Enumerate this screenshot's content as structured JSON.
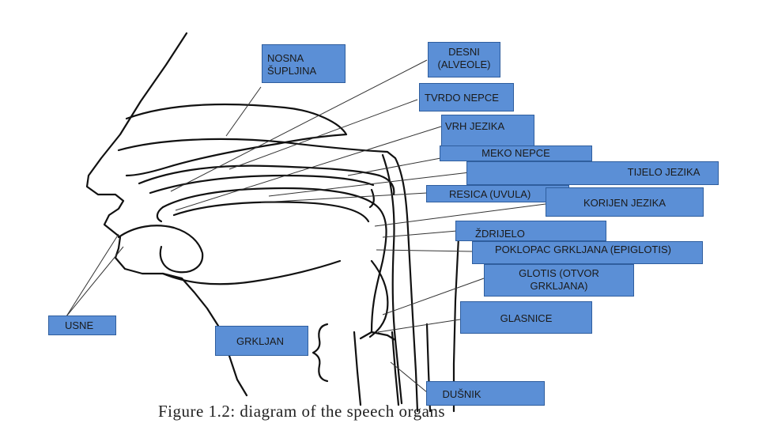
{
  "labels": {
    "nasal_cavity": "NOSNA\nŠUPLJINA",
    "alveoli": "DESNI\n(ALVEOLE)",
    "hard_palate": "TVRDO NEPCE",
    "tongue_tip": "VRH JEZIKA",
    "soft_palate": "MEKO NEPCE",
    "tongue_body": "TIJELO JEZIKA",
    "uvula": "RESICA (UVULA)",
    "tongue_root": "KORIJEN JEZIKA",
    "pharynx": "ŽDRIJELO",
    "epiglottis": "POKLOPAC GRKLJANA (EPIGLOTIS)",
    "glottis": "GLOTIS (OTVOR\nGRKLJANA)",
    "vocal_folds": "GLASNICE",
    "lips": "USNE",
    "larynx": "GRKLJAN",
    "trachea": "DUŠNIK"
  },
  "caption": "Figure 1.2: diagram of the speech organs",
  "colors": {
    "label_fill": "#5b8fd6",
    "label_border": "#2f5e9e",
    "ink": "#111111"
  }
}
